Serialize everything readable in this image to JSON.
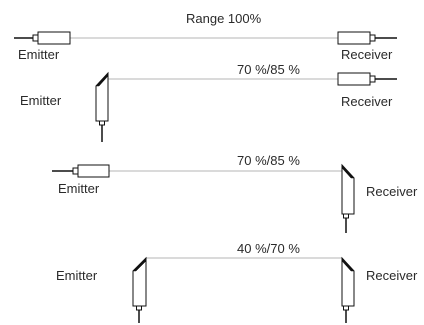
{
  "rows": [
    {
      "range": "Range 100%",
      "emitter": "Emitter",
      "receiver": "Receiver"
    },
    {
      "range": "70 %/85 %",
      "emitter": "Emitter",
      "receiver": "Receiver"
    },
    {
      "range": "70 %/85 %",
      "emitter": "Emitter",
      "receiver": "Receiver"
    },
    {
      "range": "40 %/70 %",
      "emitter": "Emitter",
      "receiver": "Receiver"
    }
  ],
  "colors": {
    "line": "#b5b5b5",
    "outline": "#111111",
    "fill": "#ffffff",
    "text": "#2a2a2a"
  }
}
